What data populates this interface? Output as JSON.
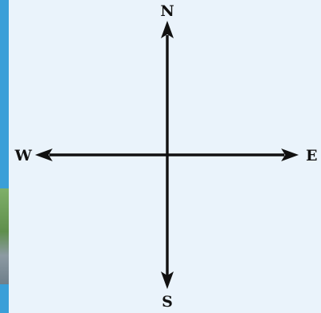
{
  "compass": {
    "north": "N",
    "south": "S",
    "east": "E",
    "west": "W"
  },
  "colors": {
    "panel": "#eaf3fb",
    "arrows": "#111111",
    "edge": "#3a9fd8"
  }
}
